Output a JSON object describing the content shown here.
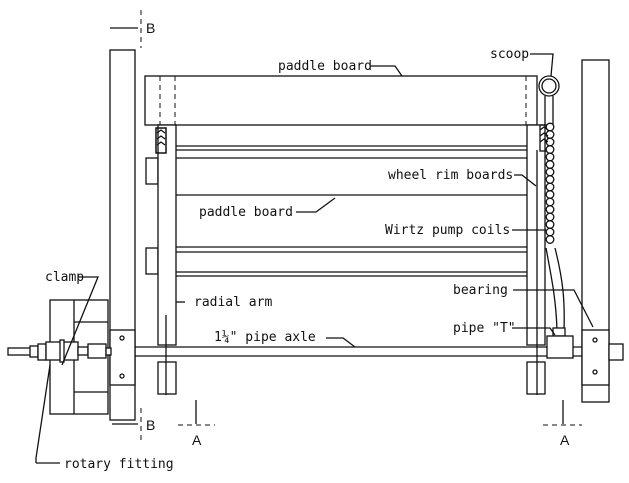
{
  "labels": {
    "paddle_board_top": "paddle board",
    "scoop": "scoop",
    "wheel_rim_boards": "wheel rim boards",
    "paddle_board_mid": "paddle board",
    "wirtz_pump_coils": "Wirtz pump coils",
    "bearing": "bearing",
    "radial_arm": "radial arm",
    "pipe_axle": "1¼\" pipe axle",
    "pipe_t": "pipe \"T\"",
    "clamp": "clamp",
    "rotary_fitting": "rotary fitting"
  },
  "section_marks": {
    "b_top": "B",
    "b_bottom": "B",
    "a_left": "A",
    "a_right": "A"
  }
}
